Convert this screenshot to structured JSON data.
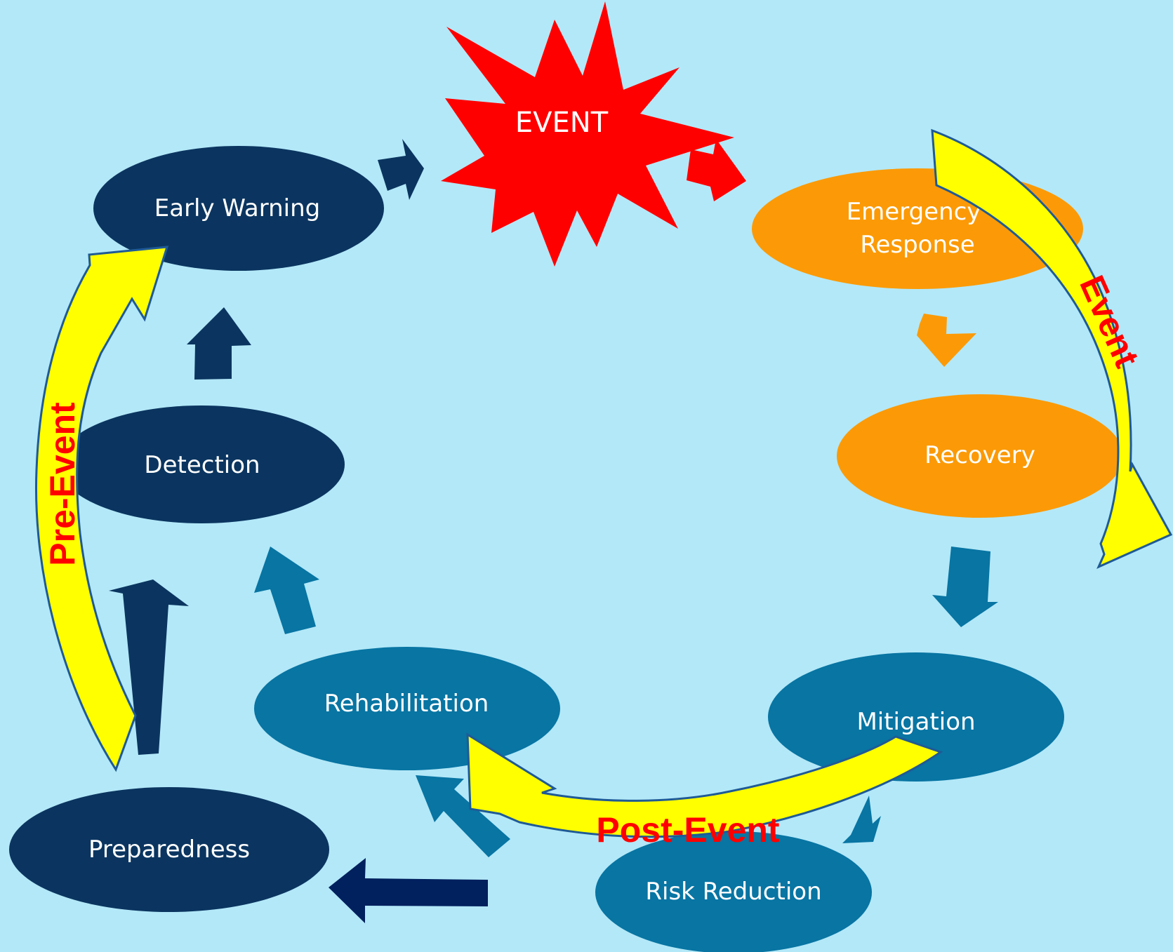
{
  "colors": {
    "background": "#b3e8f8",
    "pre_event_dark": "#0b3560",
    "event_red": "#ff0000",
    "event_orange": "#fb9a06",
    "post_event_teal": "#0875a3",
    "phase_arrow_fill": "#ffff00",
    "phase_arrow_stroke": "#1f5a96",
    "phase_text": "#ff0000",
    "node_text": "#ffffff"
  },
  "event": {
    "label": "EVENT"
  },
  "nodes": {
    "early_warning": "Early Warning",
    "detection": "Detection",
    "preparedness": "Preparedness",
    "emergency_response_line1": "Emergency",
    "emergency_response_line2": "Response",
    "recovery": "Recovery",
    "mitigation": "Mitigation",
    "risk_reduction": "Risk Reduction",
    "rehabilitation": "Rehabilitation"
  },
  "phases": {
    "pre_event": "Pre-Event",
    "event": "Event",
    "post_event": "Post-Event"
  }
}
